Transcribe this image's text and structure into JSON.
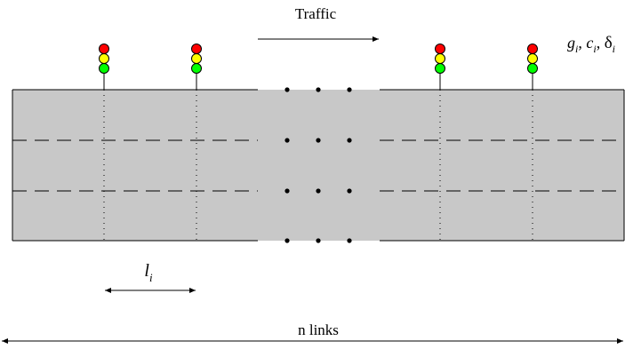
{
  "labels": {
    "traffic": "Traffic",
    "params_g": "g",
    "params_c": "c",
    "params_delta": "δ",
    "subscript": "i",
    "link_length_var": "l",
    "n_links": "n links"
  },
  "colors": {
    "road": "#c8c8c8",
    "signal_red": "#ff0000",
    "signal_yellow": "#ffff00",
    "signal_green": "#00ff00"
  }
}
